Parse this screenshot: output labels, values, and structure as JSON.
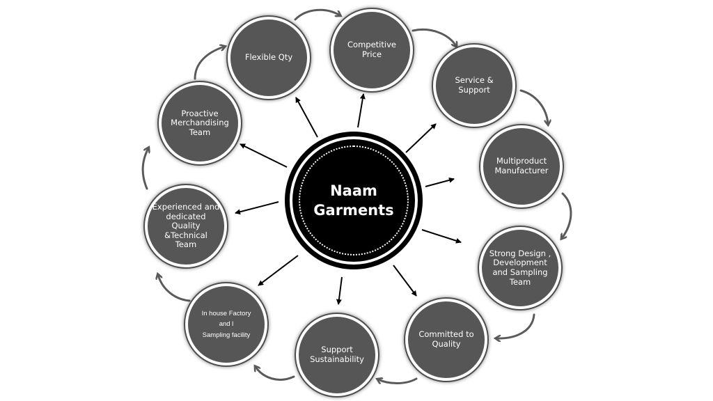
{
  "hub": {
    "title": "Naam\nGarments"
  },
  "colors": {
    "node_fill": "#565656",
    "hub_fill": "#000000",
    "curved_arrow": "#5a5a5a",
    "radial_arrow": "#000000"
  },
  "nodes": [
    {
      "id": "flexible-qty",
      "label": "Flexible Qty"
    },
    {
      "id": "competitive-price",
      "label": "Competitive\nPrice"
    },
    {
      "id": "service-support",
      "label": "Service &\nSupport"
    },
    {
      "id": "multiproduct-manufacturer",
      "label": "Multiproduct\nManufacturer"
    },
    {
      "id": "strong-design",
      "label": "Strong Design ,\nDevelopment\nand Sampling\nTeam"
    },
    {
      "id": "committed-quality",
      "label": "Committed to\nQuality"
    },
    {
      "id": "support-sustainability",
      "label": "Support\nSustainability"
    },
    {
      "id": "in-house-factory",
      "label": "In house Factory\nand          l\nSampling facility",
      "small": true
    },
    {
      "id": "experienced-team",
      "label": "Experienced and\ndedicated\nQuality\n&Technical\nTeam"
    },
    {
      "id": "proactive-merchandising",
      "label": "Proactive\nMerchandising\nTeam"
    }
  ]
}
